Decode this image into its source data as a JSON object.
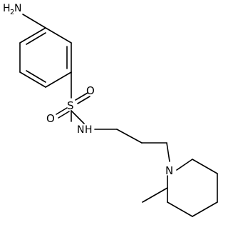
{
  "molecule": {
    "atoms": {
      "amine_h": "H",
      "amine_h_count": "2",
      "amine_n": "N",
      "sulfur": "S",
      "oxygen_top": "O",
      "oxygen_bottom": "O",
      "sulfonamide_n": "N",
      "sulfonamide_h": "H",
      "piperidine_n": "N"
    }
  },
  "colors": {
    "bond": "#000000",
    "background": "#ffffff"
  }
}
